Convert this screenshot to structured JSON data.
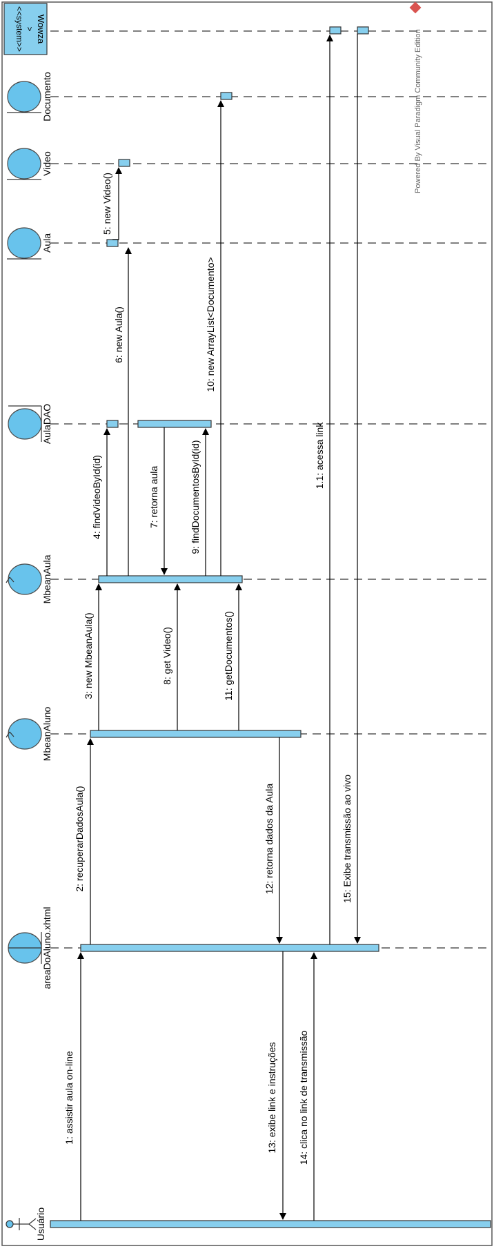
{
  "lifelines": {
    "usuario": "Usuário",
    "area": "areaDoAluno.xhtml",
    "mbeanaluno": "MbeanAluno",
    "mbeanaula": "MbeanAula",
    "auladao": "AulaDAO",
    "aula": "Aula",
    "video": "Video",
    "documento": "Documento",
    "wowza_stereo": "<<system>>",
    "wowza_name": "Wowza"
  },
  "messages": {
    "m1": "1: assistir aula on-line",
    "m2": "2: recuperarDadosAula()",
    "m3": "3: new MbeanAula()",
    "m4": "4: findVideoById(id)",
    "m5": "5: new Video()",
    "m6": "6: new Aula()",
    "m7": "7: retorna aula",
    "m8": "8: get Video()",
    "m9": "9: findDocumentosById(id)",
    "m10": "10: new ArrayList<Documento>",
    "m11": "11: getDocumentos()",
    "m12": "12: retorna dados da Aula",
    "m13": "13: exibe link e instruções",
    "m14": "14: clica no link de transmissão",
    "m15": "15: Exibe transmissão ao vivo",
    "m11b": "1.1: acessa link"
  },
  "watermark": "Powered By Visual Paradigm Community Edition"
}
